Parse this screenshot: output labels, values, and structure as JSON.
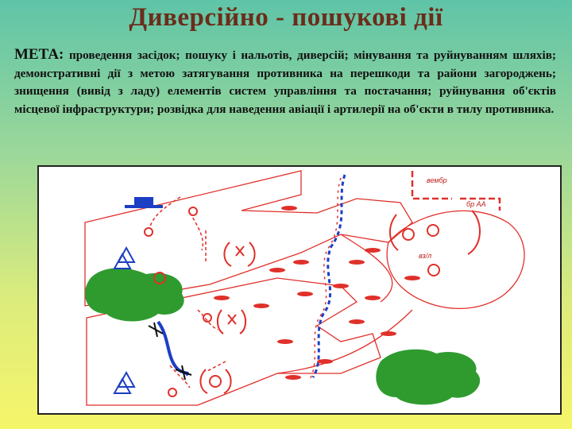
{
  "title": "Диверсійно - пошукові дії",
  "goal": {
    "label": "МЕТА:",
    "text": " проведення засідок; пошуку і нальотів, диверсій; мінування та руйнуванням шляхів; демонстративні дії з метою затягування противника на перешкоди та райони загороджень; знищення (вивід з ладу) елементів систем управління та постачання; руйнування об'єктів місцевої інфраструктури; розвідка для наведення авіації і артилерії на об'єкти в тилу противника."
  },
  "map": {
    "labels": {
      "vembr": "вембр",
      "br_aa": "бр АА",
      "vzl": "вз/л"
    },
    "colors": {
      "red": "#e0302a",
      "blue": "#1c3fc4",
      "green": "#2f9b2f",
      "black": "#111111"
    }
  }
}
